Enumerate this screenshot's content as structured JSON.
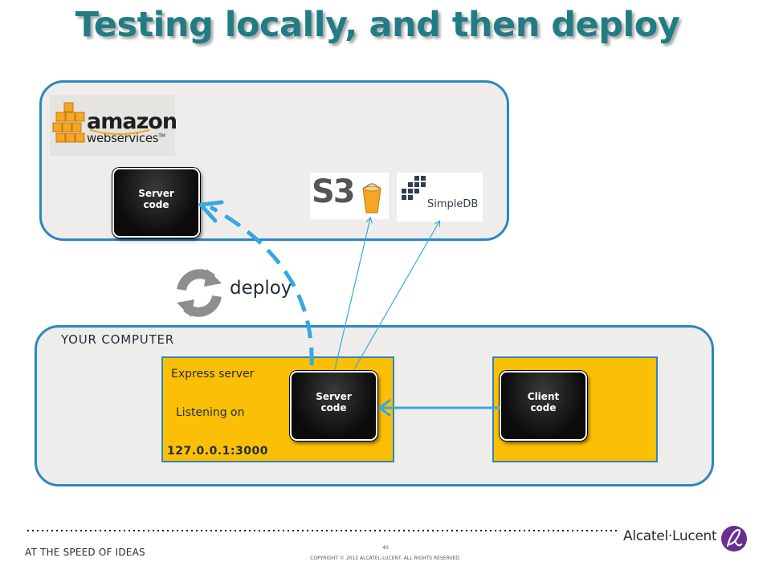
{
  "slide": {
    "title": "Testing locally, and then deploy"
  },
  "cloud": {
    "logo_name": "amazon",
    "logo_sub": "webservices",
    "logo_tm": "TM",
    "server_code": "Server\ncode",
    "s3_label": "S3",
    "simpledb_label": "SimpleDB"
  },
  "deploy": {
    "label": "deploy",
    "icon": "sync-icon"
  },
  "computer": {
    "label": "YOUR COMPUTER",
    "express_label": "Express server",
    "listening_label": "Listening on",
    "address": "127.0.0.1:3000",
    "server_code": "Server\ncode",
    "client_code": "Client\ncode"
  },
  "footer": {
    "tagline": "AT THE SPEED OF IDEAS",
    "page_number": "40",
    "copyright": "COPYRIGHT © 2012 ALCATEL-LUCENT.   ALL RIGHTS RESERVED.",
    "brand": "Alcatel·Lucent"
  },
  "colors": {
    "title": "#217c83",
    "panel_border": "#2e86c1",
    "panel_fill": "#efedeb",
    "yellow": "#fbbf05",
    "arrow": "#35a8e0",
    "aws_orange": "#f5a623",
    "brand_purple": "#6b2d8f"
  }
}
